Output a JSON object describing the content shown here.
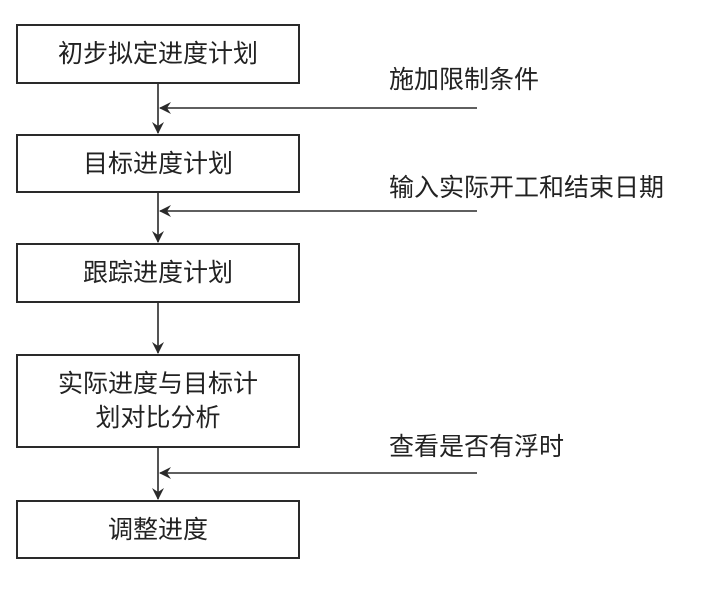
{
  "flow": {
    "steps": [
      {
        "id": "step1",
        "text": "初步拟定进度计划"
      },
      {
        "id": "step2",
        "text": "目标进度计划"
      },
      {
        "id": "step3",
        "text": "跟踪进度计划"
      },
      {
        "id": "step4",
        "line1": "实际进度与目标计",
        "line2": "划对比分析"
      },
      {
        "id": "step5",
        "text": "调整进度"
      }
    ],
    "inputs": [
      {
        "text": "施加限制条件",
        "into": "step1->step2"
      },
      {
        "text": "输入实际开工和结束日期",
        "into": "step2->step3"
      },
      {
        "text": "查看是否有浮时",
        "into": "step4->step5"
      }
    ],
    "colors": {
      "stroke": "#2a2a2a",
      "text": "#222222",
      "background": "#ffffff"
    }
  }
}
